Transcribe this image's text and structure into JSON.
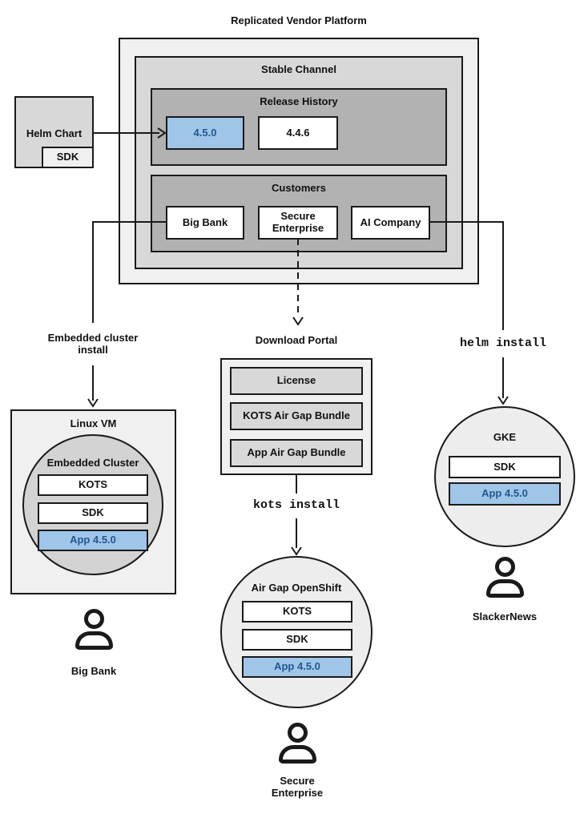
{
  "title": "Replicated Vendor Platform",
  "platform": {
    "stable_channel_label": "Stable Channel",
    "release_history": {
      "label": "Release History",
      "current_release": "4.5.0",
      "previous_release": "4.4.6"
    },
    "customers": {
      "label": "Customers",
      "big_bank": "Big Bank",
      "secure_enterprise": "Secure Enterprise",
      "ai_company": "AI Company"
    }
  },
  "helm_chart": {
    "label": "Helm Chart",
    "sdk_label": "SDK"
  },
  "embedded_flow": {
    "install_label": "Embedded cluster install",
    "vm_label": "Linux VM",
    "cluster_label": "Embedded Cluster",
    "kots_label": "KOTS",
    "sdk_label": "SDK",
    "app_label": "App 4.5.0",
    "user_label": "Big Bank"
  },
  "airgap_flow": {
    "portal_label": "Download Portal",
    "portal_items": [
      "License",
      "KOTS Air Gap Bundle",
      "App Air Gap Bundle"
    ],
    "install_label": "kots install",
    "cluster_label": "Air Gap OpenShift",
    "kots_label": "KOTS",
    "sdk_label": "SDK",
    "app_label": "App 4.5.0",
    "user_label": "Secure Enterprise"
  },
  "helm_flow": {
    "install_label": "helm install",
    "cluster_label": "GKE",
    "sdk_label": "SDK",
    "app_label": "App 4.5.0",
    "user_label": "SlackerNews"
  },
  "colors": {
    "highlight_fill": "#9fc5e8",
    "highlight_border": "#2e6da4",
    "highlight_text": "#24578f",
    "gray_light": "#f0f0f0",
    "gray_mid": "#d8d8d8",
    "gray_dark": "#b2b2b2",
    "line": "#1a1a1a"
  }
}
